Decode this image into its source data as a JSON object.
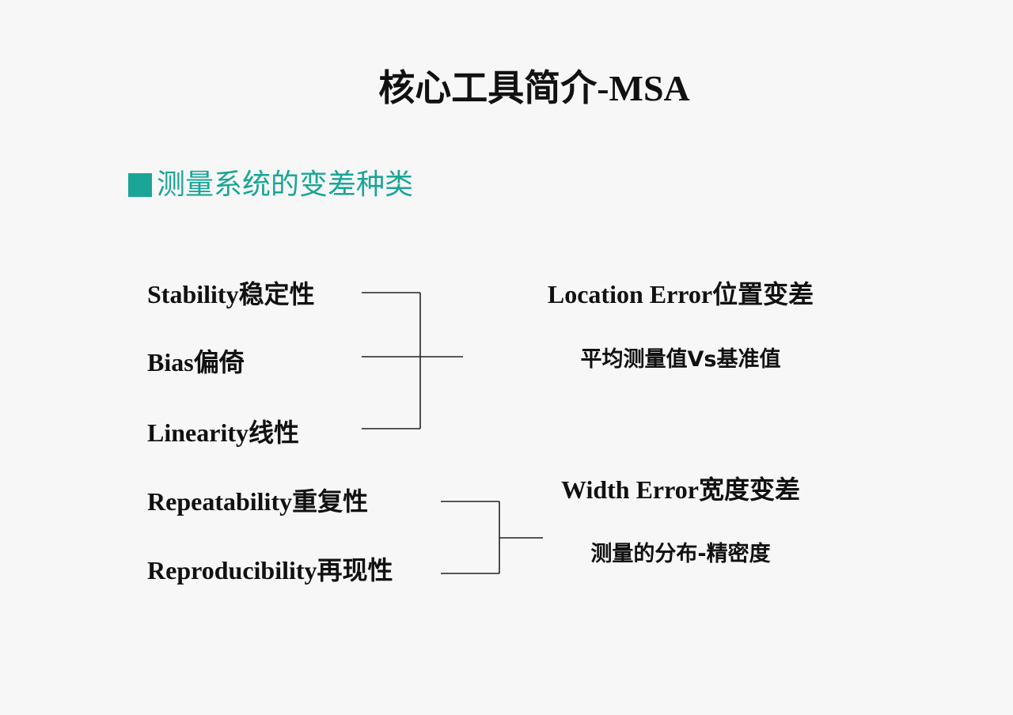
{
  "title": "核心工具简介-MSA",
  "section_heading": "测量系统的变差种类",
  "location_group": {
    "items": [
      "Stability稳定性",
      "Bias偏倚",
      "Linearity线性"
    ],
    "label": "Location Error位置变差",
    "description": "平均测量值Vs基准值"
  },
  "width_group": {
    "items": [
      "Repeatability重复性",
      "Reproducibility再现性"
    ],
    "label": "Width Error宽度变差",
    "description": "测量的分布-精密度"
  },
  "colors": {
    "heading": "#1aa596",
    "text": "#111111",
    "background": "#f7f7f7"
  }
}
